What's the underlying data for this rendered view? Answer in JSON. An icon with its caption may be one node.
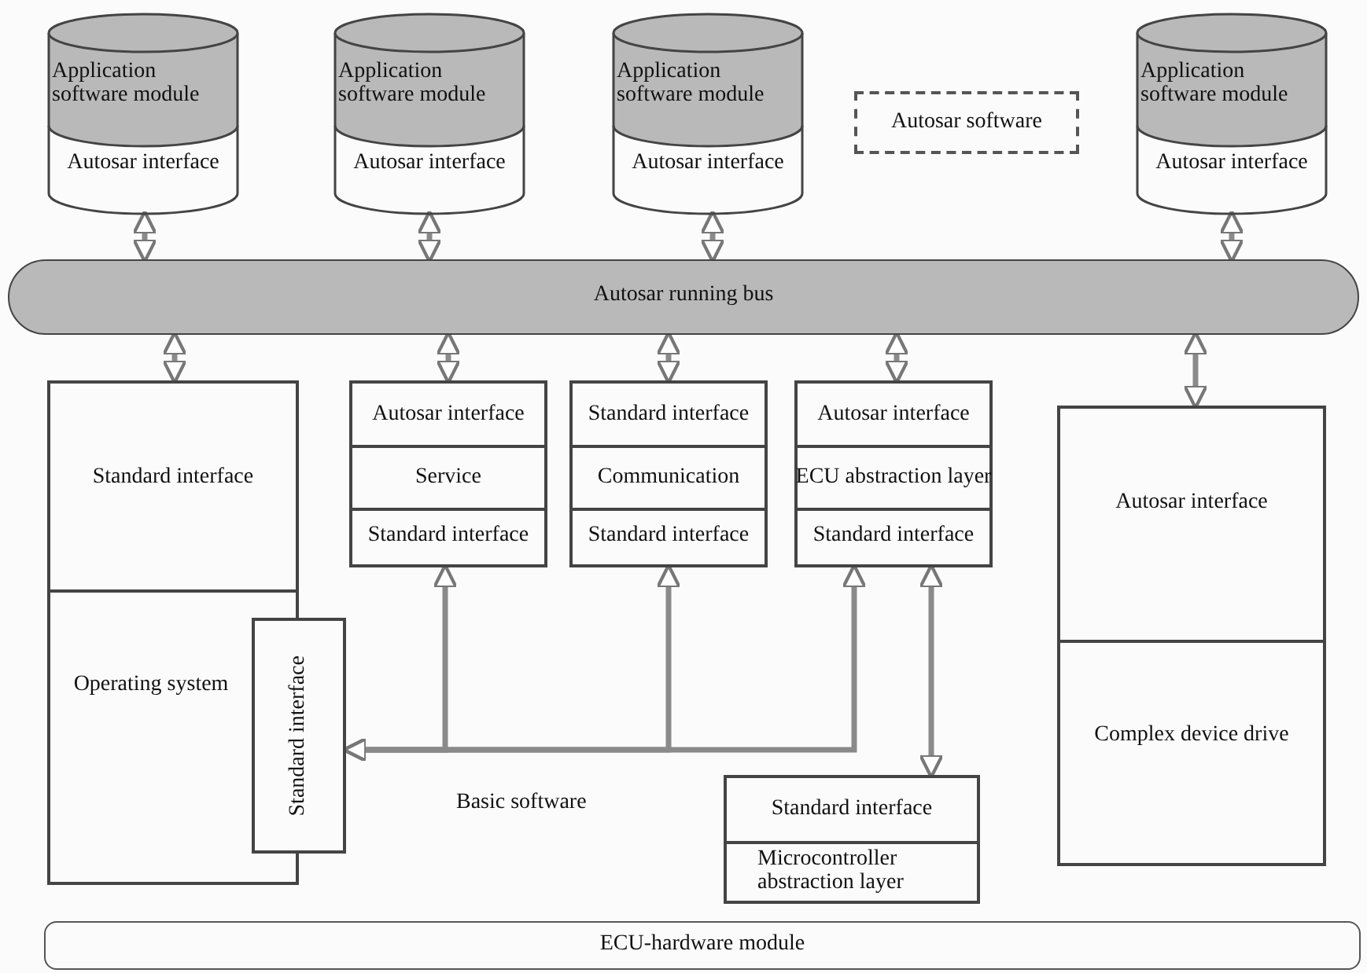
{
  "diagram": {
    "nodes": [
      {
        "text": [
          "Application software module",
          "Autosar interface"
        ]
      },
      {
        "text": [
          "Application software module",
          "Autosar interface"
        ]
      },
      {
        "text": [
          "Application software module",
          "Autosar interface"
        ]
      },
      {
        "text": [
          "Autosar software"
        ]
      },
      {
        "text": [
          "Application software module",
          "Autosar interface"
        ]
      },
      {
        "text": [
          "Autosar running bus"
        ]
      },
      {
        "text": [
          "Standard interface",
          "Operating system"
        ]
      },
      {
        "text": [
          "Autosar interface",
          "Service",
          "Standard interface"
        ]
      },
      {
        "text": [
          "Standard interface",
          "Communication",
          "Standard interface"
        ]
      },
      {
        "text": [
          "Autosar interface",
          "ECU abstraction layer",
          "Standard interface"
        ]
      },
      {
        "text": [
          "Autosar interface",
          "Complex device drive"
        ]
      },
      {
        "text": [
          "Standard interface"
        ]
      },
      {
        "text": [
          "Standard interface",
          "Microcontroller abstraction layer"
        ]
      },
      {
        "text": [
          "ECU-hardware module"
        ]
      }
    ],
    "edges": [
      {
        "from": 0,
        "to": 5,
        "arrow": "both"
      },
      {
        "from": 1,
        "to": 5,
        "arrow": "both"
      },
      {
        "from": 2,
        "to": 5,
        "arrow": "both"
      },
      {
        "from": 4,
        "to": 5,
        "arrow": "both"
      },
      {
        "from": 5,
        "to": 6,
        "arrow": "both"
      },
      {
        "from": 5,
        "to": 7,
        "arrow": "both"
      },
      {
        "from": 5,
        "to": 8,
        "arrow": "both"
      },
      {
        "from": 5,
        "to": 9,
        "arrow": "both"
      },
      {
        "from": 5,
        "to": 10,
        "arrow": "both"
      },
      {
        "from": 11,
        "to": 7,
        "arrow": "both"
      },
      {
        "from": 11,
        "to": 8,
        "arrow": "both"
      },
      {
        "from": 11,
        "to": 9,
        "arrow": "both"
      },
      {
        "from": 9,
        "to": 12,
        "arrow": "both"
      }
    ],
    "labels": [
      "Basic software"
    ]
  }
}
